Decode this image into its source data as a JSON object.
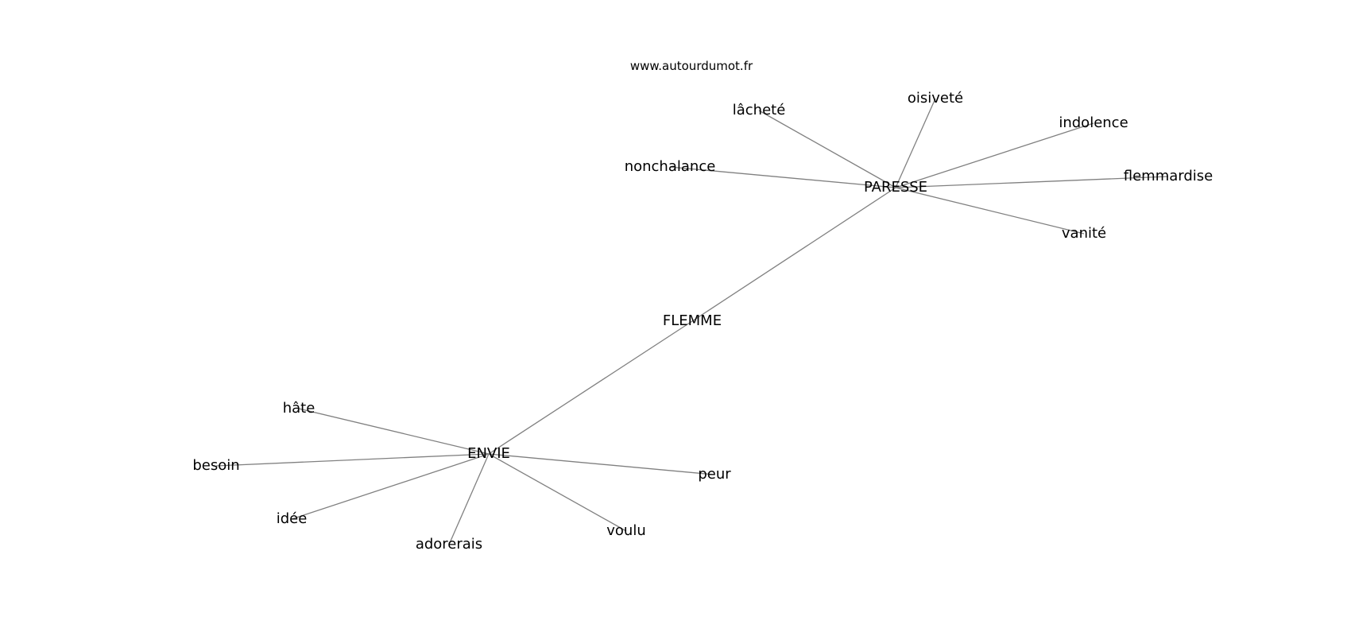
{
  "source_text": "www.autourdumot.fr",
  "colors": {
    "background": "#ffffff",
    "edge": "#808080",
    "text": "#000000"
  },
  "graph": {
    "nodes": {
      "flemme": "FLEMME",
      "paresse": "PARESSE",
      "envie": "ENVIE",
      "lachete": "lâcheté",
      "oisivete": "oisiveté",
      "indolence": "indolence",
      "nonchalance": "nonchalance",
      "flemmardise": "flemmardise",
      "vanite": "vanité",
      "hate": "hâte",
      "besoin": "besoin",
      "idee": "idée",
      "adorerais": "adorerais",
      "voulu": "voulu",
      "peur": "peur"
    },
    "edges": [
      [
        "flemme",
        "paresse"
      ],
      [
        "flemme",
        "envie"
      ],
      [
        "paresse",
        "lachete"
      ],
      [
        "paresse",
        "oisivete"
      ],
      [
        "paresse",
        "indolence"
      ],
      [
        "paresse",
        "nonchalance"
      ],
      [
        "paresse",
        "flemmardise"
      ],
      [
        "paresse",
        "vanite"
      ],
      [
        "envie",
        "hate"
      ],
      [
        "envie",
        "besoin"
      ],
      [
        "envie",
        "idee"
      ],
      [
        "envie",
        "adorerais"
      ],
      [
        "envie",
        "voulu"
      ],
      [
        "envie",
        "peur"
      ]
    ]
  }
}
